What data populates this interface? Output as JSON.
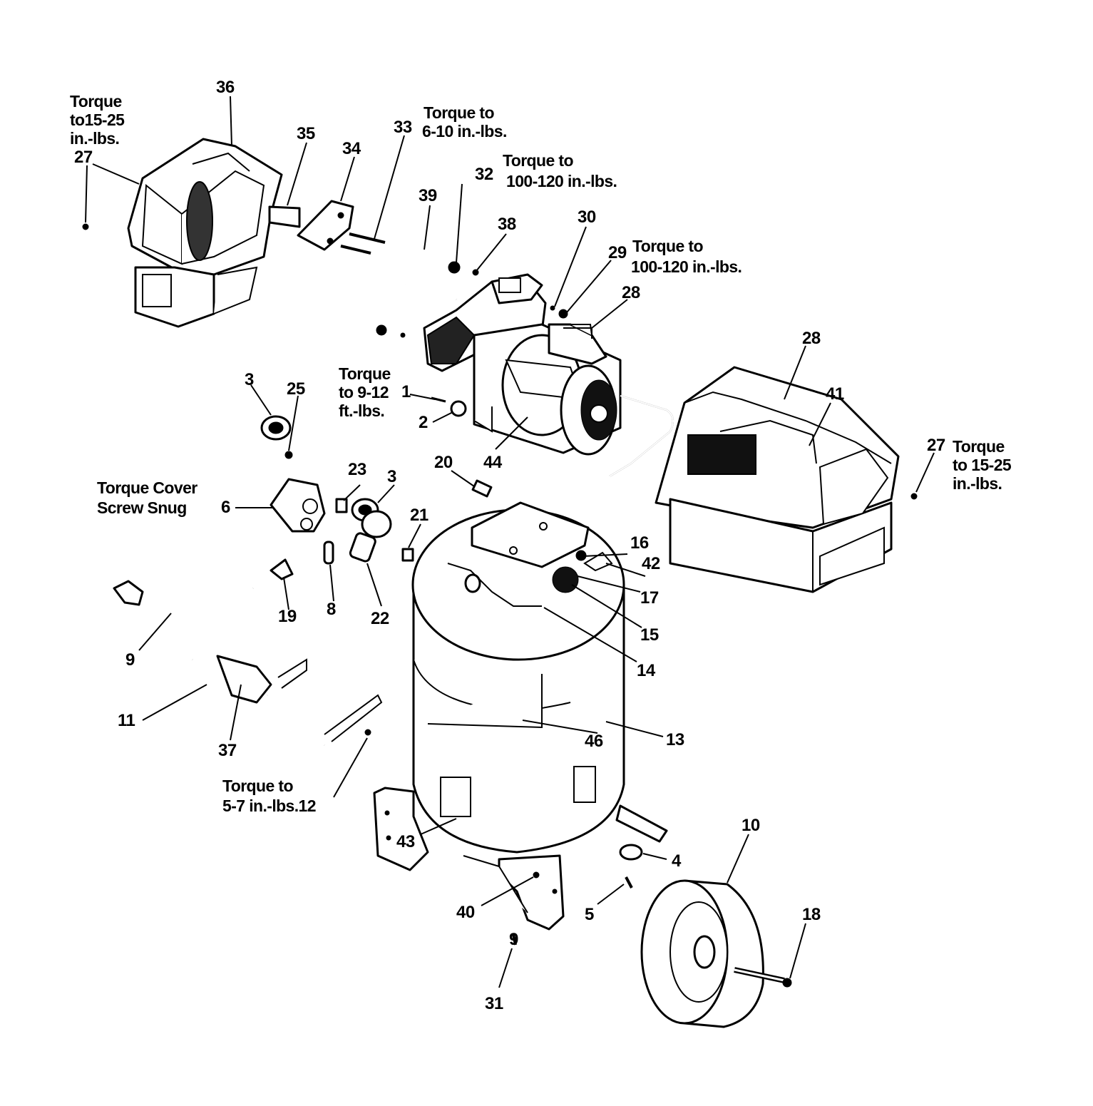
{
  "diagram": {
    "colors": {
      "ink": "#000000",
      "paper": "#ffffff"
    },
    "callouts": {
      "c36": "36",
      "c35": "35",
      "c34": "34",
      "c33": "33",
      "c39": "39",
      "c32": "32",
      "c38": "38",
      "c30": "30",
      "c29": "29",
      "c28a": "28",
      "c28b": "28",
      "c41": "41",
      "c27a": "27",
      "c27b": "27",
      "c3a": "3",
      "c3b": "3",
      "c25": "25",
      "c1": "1",
      "c2": "2",
      "c44": "44",
      "c20": "20",
      "c23": "23",
      "c21": "21",
      "c6": "6",
      "c16": "16",
      "c42": "42",
      "c17": "17",
      "c15": "15",
      "c14": "14",
      "c19": "19",
      "c8": "8",
      "c22": "22",
      "c9": "9",
      "c11": "11",
      "c37": "37",
      "c46": "46",
      "c13": "13",
      "c43": "43",
      "c10": "10",
      "c4": "4",
      "c5": "5",
      "c40": "40",
      "c18": "18",
      "c31a": "9",
      "c31b": "31"
    },
    "notes": {
      "n_topleft_l1": "Torque",
      "n_topleft_l2": "to15-25",
      "n_topleft_l3": "in.-lbs.",
      "n_33_l1": "Torque to",
      "n_33_l2": "6-10 in.-lbs.",
      "n_32_l1": "Torque to",
      "n_32_l2": "100-120 in.-lbs.",
      "n_29_l1": "Torque to",
      "n_29_l2": "100-120 in.-lbs.",
      "n_1_l1": "Torque",
      "n_1_l2": "to 9-12",
      "n_1_l3": "ft.-lbs.",
      "n_right_l1": "Torque",
      "n_right_l2": "to 15-25",
      "n_right_l3": "in.-lbs.",
      "n_cover_l1": "Torque Cover",
      "n_cover_l2": "Screw Snug",
      "n_12_l1": "Torque to",
      "n_12_l2": "5-7 in.-lbs.12"
    }
  }
}
